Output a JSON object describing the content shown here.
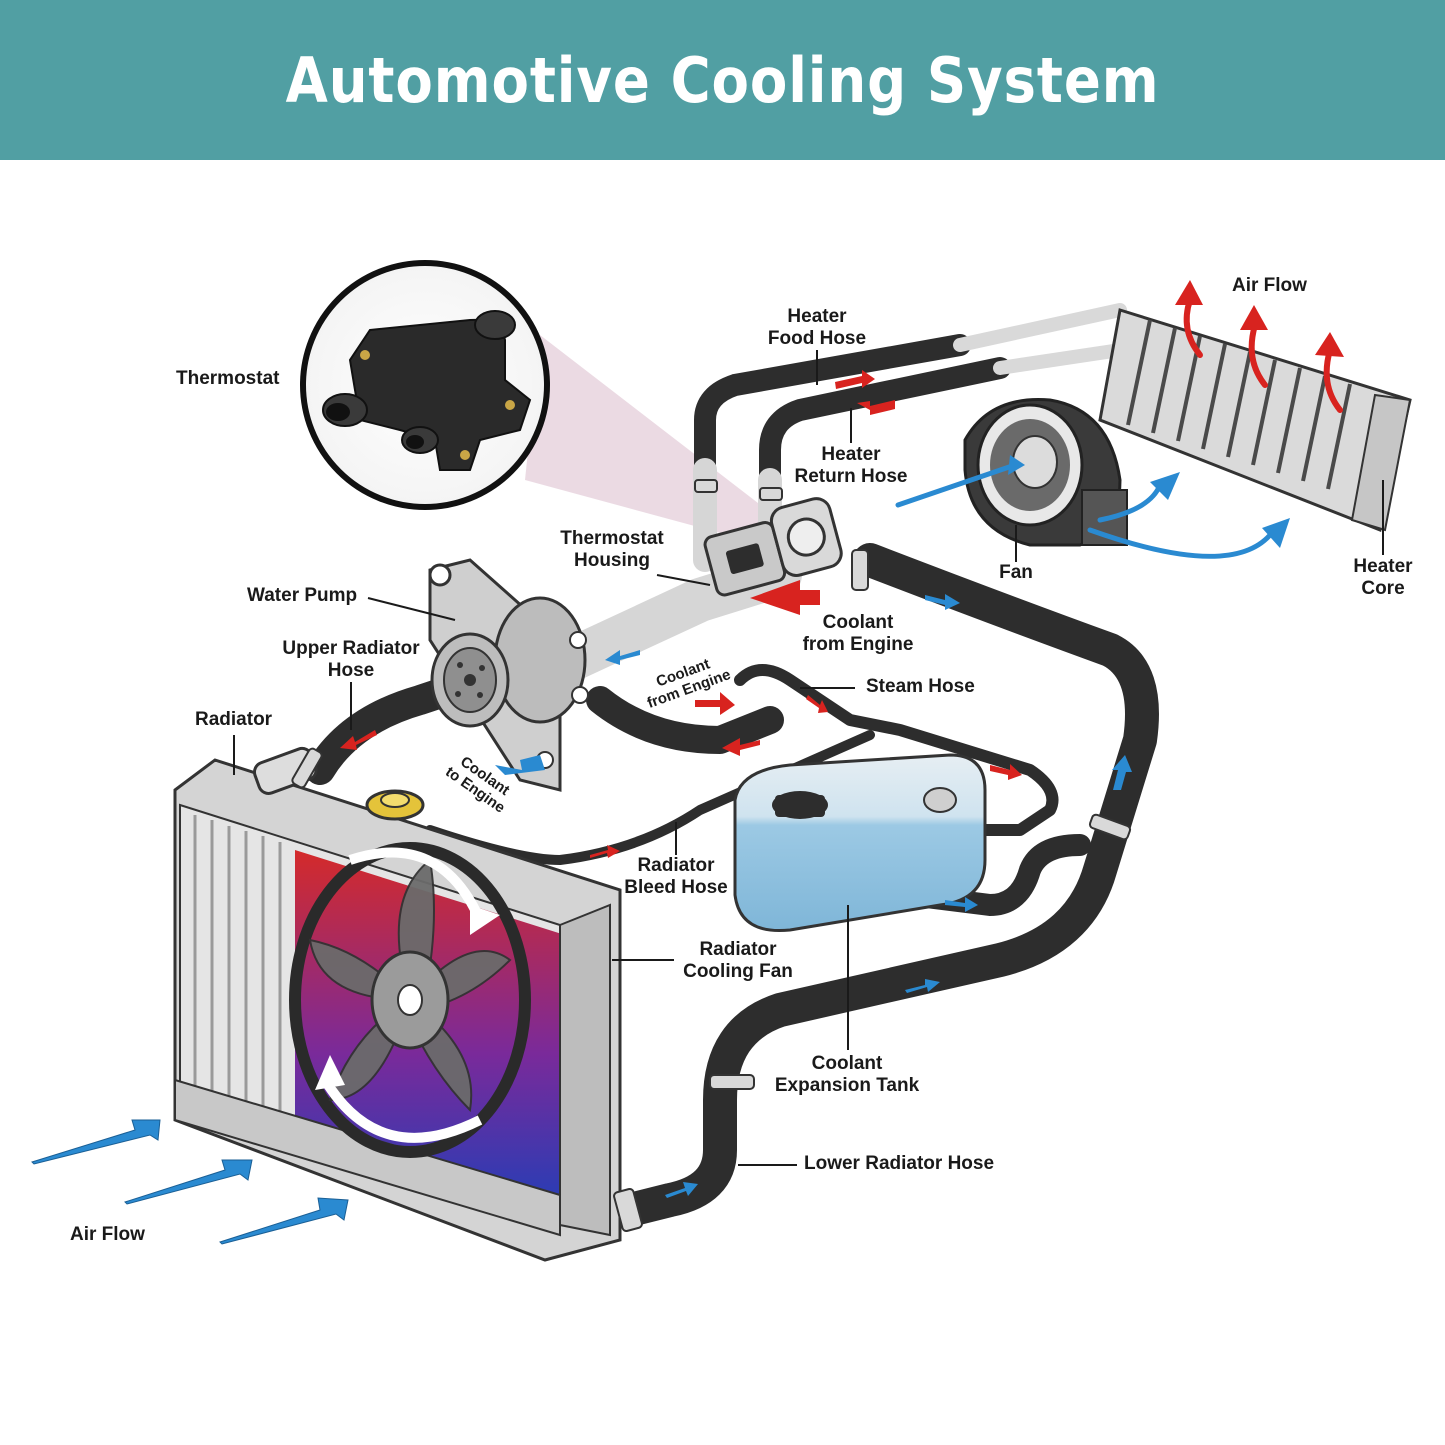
{
  "title": "Automotive Cooling System",
  "colors": {
    "banner": "#519fa3",
    "hose": "#2d2d2d",
    "hot_arrow": "#d8231f",
    "cool_arrow": "#2a8ad1",
    "tank": "#9cc9e4",
    "radiator_frame": "#c9c9c9"
  },
  "labels": {
    "thermostat": "Thermostat",
    "heater_food_hose": "Heater\nFood Hose",
    "heater_return_hose": "Heater\nReturn Hose",
    "air_flow_top": "Air Flow",
    "thermostat_housing": "Thermostat\nHousing",
    "water_pump": "Water Pump",
    "upper_radiator_hose": "Upper Radiator\nHose",
    "radiator": "Radiator",
    "coolant_from_engine_main": "Coolant\nfrom Engine",
    "coolant_from_engine_small": "Coolant\nfrom Engine",
    "steam_hose": "Steam Hose",
    "coolant_to_engine": "Coolant\nto Engine",
    "fan": "Fan",
    "heater_core": "Heater\nCore",
    "radiator_bleed_hose": "Radiator\nBleed Hose",
    "radiator_cooling_fan": "Radiator\nCooling Fan",
    "coolant_expansion_tank": "Coolant\nExpansion Tank",
    "lower_radiator_hose": "Lower Radiator Hose",
    "air_flow_bottom": "Air Flow"
  },
  "icons": [
    "thermostat-icon",
    "radiator-icon",
    "cooling-fan-icon",
    "water-pump-icon",
    "expansion-tank-icon",
    "heater-core-icon",
    "blower-fan-icon"
  ]
}
